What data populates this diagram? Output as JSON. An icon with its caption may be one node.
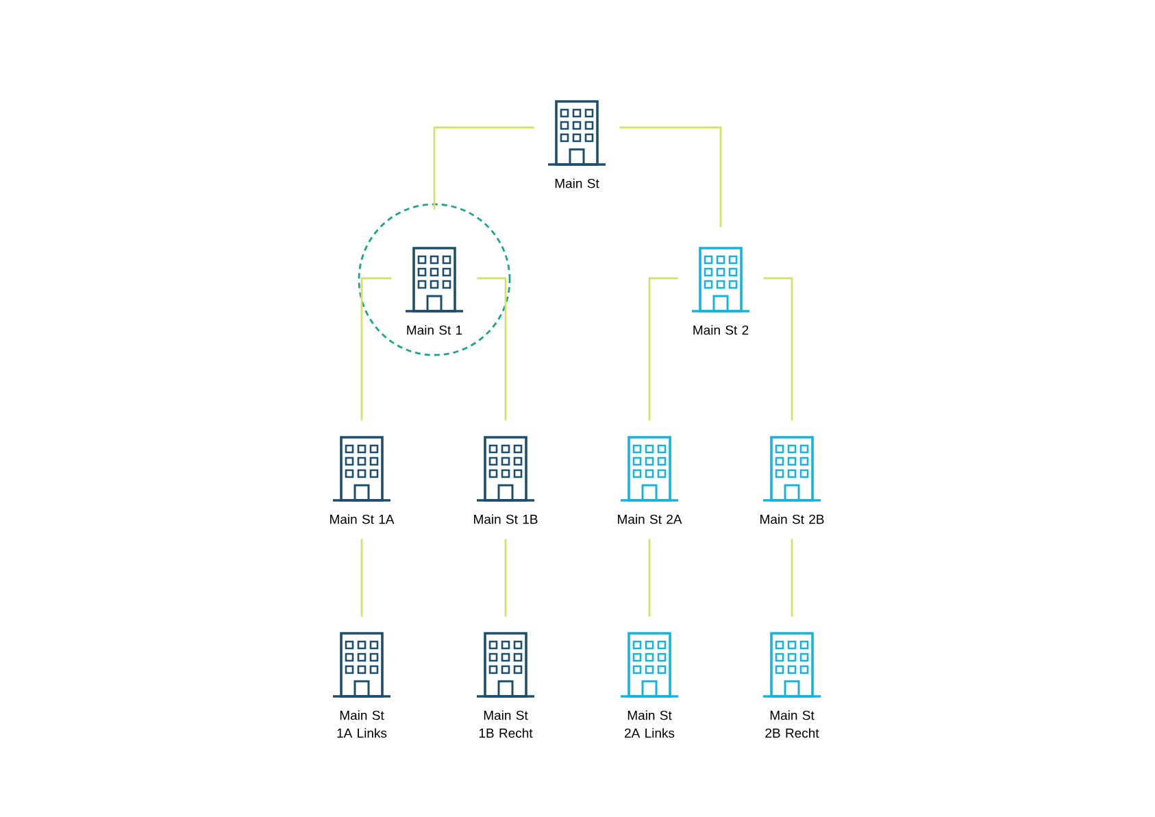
{
  "diagram": {
    "nodes": [
      {
        "text": [
          "Main St"
        ]
      },
      {
        "text": [
          "Main St 1"
        ]
      },
      {
        "text": [
          "Main St 2"
        ]
      },
      {
        "text": [
          "Main St 1A"
        ]
      },
      {
        "text": [
          "Main St 1B"
        ]
      },
      {
        "text": [
          "Main St 2A"
        ]
      },
      {
        "text": [
          "Main St 2B"
        ]
      },
      {
        "text": [
          "Main St 1A Links"
        ]
      },
      {
        "text": [
          "Main St 1B Recht"
        ]
      },
      {
        "text": [
          "Main St 2A Links"
        ]
      },
      {
        "text": [
          "Main St 2B Recht"
        ]
      }
    ],
    "edges": [
      {
        "from": 0,
        "to": 1,
        "arrow": "none"
      },
      {
        "from": 0,
        "to": 2,
        "arrow": "none"
      },
      {
        "from": 1,
        "to": 3,
        "arrow": "none"
      },
      {
        "from": 1,
        "to": 4,
        "arrow": "none"
      },
      {
        "from": 2,
        "to": 5,
        "arrow": "none"
      },
      {
        "from": 2,
        "to": 6,
        "arrow": "none"
      },
      {
        "from": 3,
        "to": 7,
        "arrow": "none"
      },
      {
        "from": 4,
        "to": 8,
        "arrow": "none"
      },
      {
        "from": 5,
        "to": 9,
        "arrow": "none"
      },
      {
        "from": 6,
        "to": 10,
        "arrow": "none"
      }
    ]
  }
}
